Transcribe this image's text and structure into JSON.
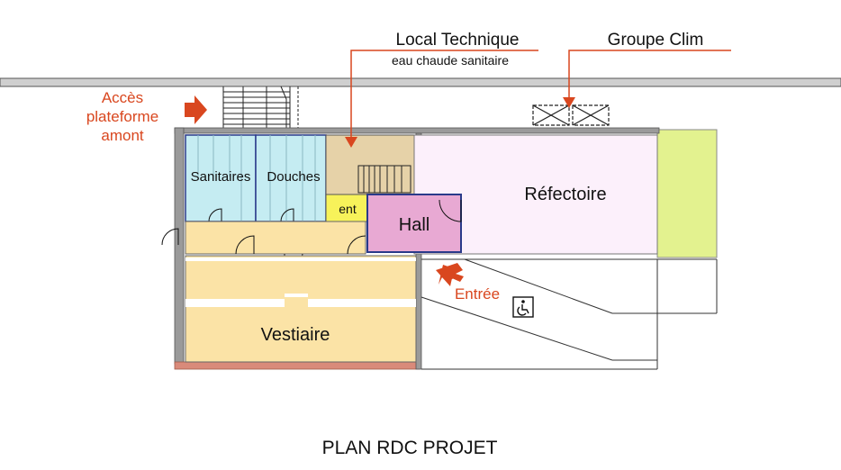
{
  "labels": {
    "local_technique": "Local Technique",
    "local_technique_sub": "eau chaude sanitaire",
    "groupe_clim": "Groupe Clim",
    "acces_line1": "Accès",
    "acces_line2": "plateforme",
    "acces_line3": "amont",
    "sanitaires": "Sanitaires",
    "douches": "Douches",
    "ent": "ent",
    "hall": "Hall",
    "refectoire": "Réfectoire",
    "entree": "Entrée",
    "vestiaire": "Vestiaire",
    "caption": "PLAN RDC PROJET"
  },
  "icons": {
    "accessibility": "wheelchair-icon"
  },
  "colors": {
    "annotation_red": "#d9471f",
    "sanitary_blue": "#c5ecf2",
    "vestiaire_yellow": "#fbe3a6",
    "local_technique_beige": "#e6d2a8",
    "hall_pink": "#e8a9d3",
    "refectoire_pink": "#fcf0fb",
    "ent_yellow": "#f7f25a",
    "terrace_green": "#e3f28f",
    "wall_grey": "#8a8a8a",
    "facade_red": "#d98a7a"
  }
}
